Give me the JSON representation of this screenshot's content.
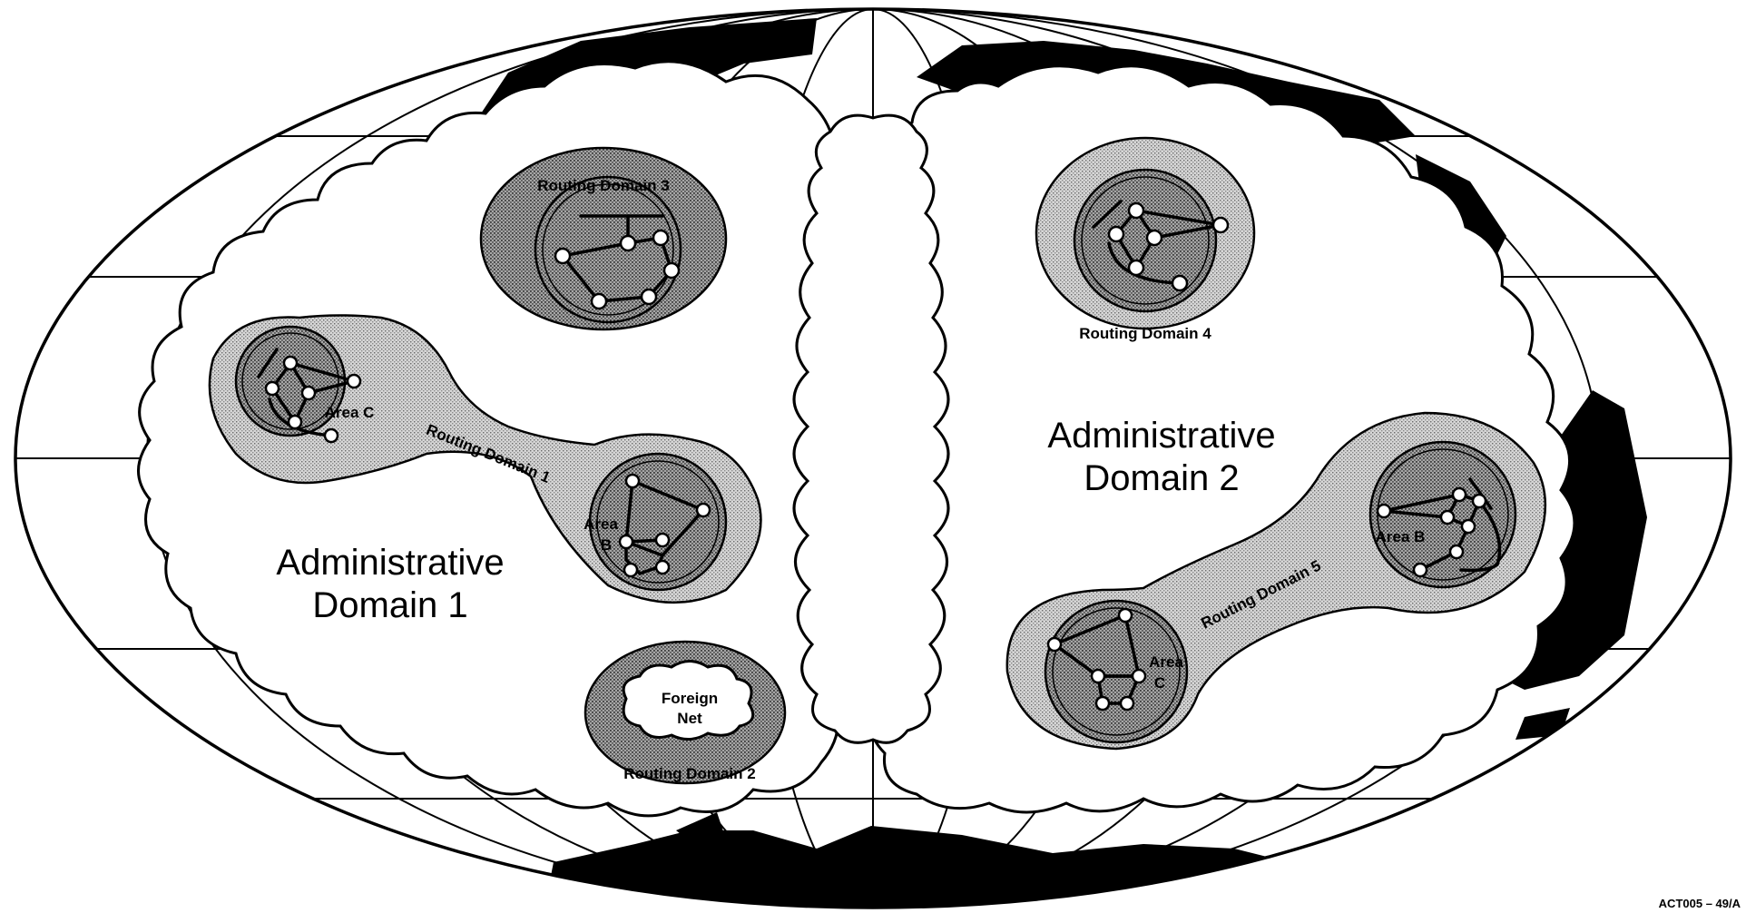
{
  "administrative_domains": [
    {
      "id": "ad1",
      "line1": "Administrative",
      "line2": "Domain  1"
    },
    {
      "id": "ad2",
      "line1": "Administrative",
      "line2": "Domain  2"
    }
  ],
  "routing_domains": {
    "rd1": "Routing Domain 1",
    "rd2": "Routing Domain 2",
    "rd3": "Routing Domain 3",
    "rd4": "Routing Domain 4",
    "rd5": "Routing Domain 5"
  },
  "areas": {
    "rd1_c": "Area  C",
    "rd1_b_line1": "Area",
    "rd1_b_line2": "B",
    "rd5_b": "Area  B",
    "rd5_c_line1": "Area",
    "rd5_c_line2": "C"
  },
  "foreign_net": {
    "line1": "Foreign",
    "line2": "Net"
  },
  "figure_id": "ACT005 – 49/A"
}
